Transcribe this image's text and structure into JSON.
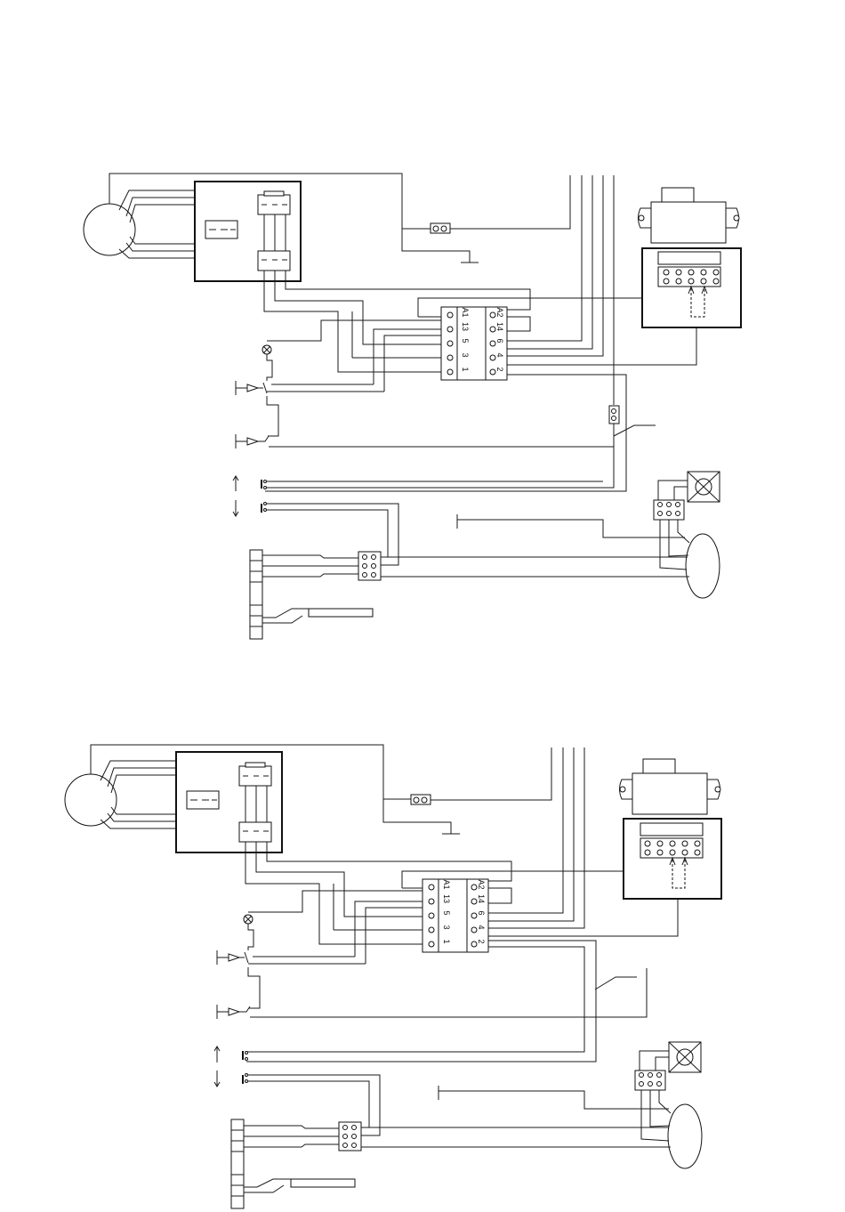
{
  "diagrams": [
    {
      "contactor_left_terminals": [
        "A1",
        "13",
        "5",
        "3",
        "1"
      ],
      "contactor_right_terminals": [
        "A2",
        "14",
        "6",
        "4",
        "2"
      ]
    },
    {
      "contactor_left_terminals": [
        "A1",
        "13",
        "5",
        "3",
        "1"
      ],
      "contactor_right_terminals": [
        "A2",
        "14",
        "6",
        "4",
        "2"
      ]
    }
  ]
}
